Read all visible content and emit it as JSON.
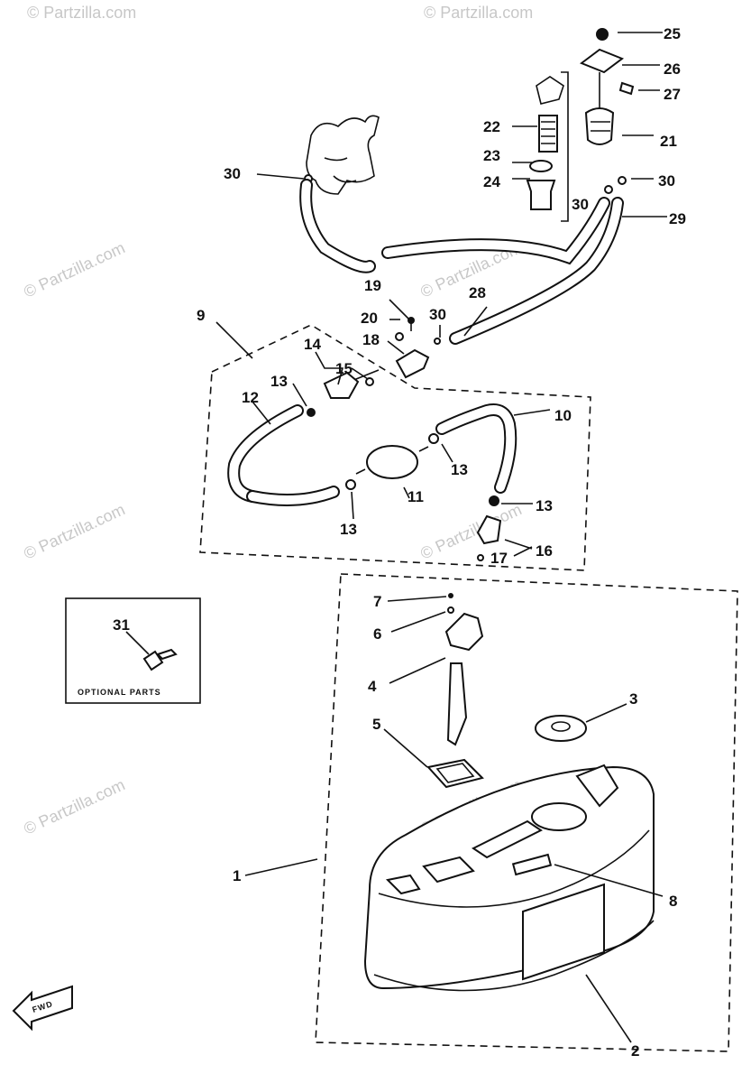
{
  "watermark": "© Partzilla.com",
  "callouts": {
    "c1": "1",
    "c2": "2",
    "c3": "3",
    "c4": "4",
    "c5": "5",
    "c6": "6",
    "c7": "7",
    "c8": "8",
    "c9": "9",
    "c10": "10",
    "c11": "11",
    "c12": "12",
    "c13a": "13",
    "c13b": "13",
    "c13c": "13",
    "c13d": "13",
    "c14": "14",
    "c15": "15",
    "c16": "16",
    "c17": "17",
    "c18": "18",
    "c19": "19",
    "c20": "20",
    "c21": "21",
    "c22": "22",
    "c23": "23",
    "c24": "24",
    "c25": "25",
    "c26": "26",
    "c27": "27",
    "c28": "28",
    "c29": "29",
    "c30a": "30",
    "c30b": "30",
    "c30c": "30",
    "c30d": "30",
    "c31": "31"
  },
  "optional_box_label": "OPTIONAL PARTS",
  "fwd_label": "FWD"
}
